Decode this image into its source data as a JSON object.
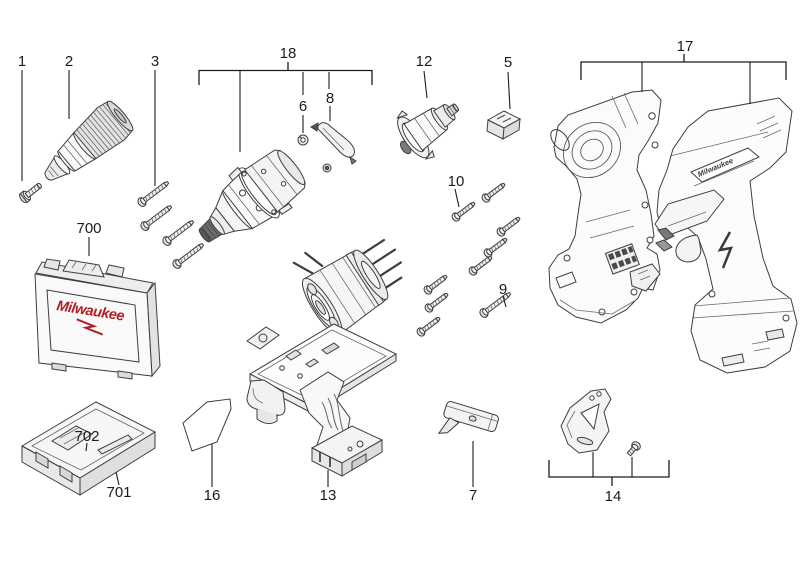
{
  "diagram": {
    "background_color": "#ffffff",
    "line_color": "#1c1c1c",
    "brand_color": "#b01e28",
    "callout_labels": {
      "p1": "1",
      "p2": "2",
      "p3": "3",
      "p5": "5",
      "p6": "6",
      "p7": "7",
      "p8": "8",
      "p9": "9",
      "p10": "10",
      "p12": "12",
      "p13": "13",
      "p14": "14",
      "p16": "16",
      "p17": "17",
      "p18": "18",
      "p700": "700",
      "p701": "701",
      "p702": "702"
    },
    "logos": {
      "case_logo_text": "Milwaukee",
      "housing_logo_text": "Milwaukee"
    },
    "parts": [
      {
        "callout": "1",
        "depicts": "bolt"
      },
      {
        "callout": "2",
        "depicts": "keyless-chuck"
      },
      {
        "callout": "3",
        "depicts": "screw-set-of-4"
      },
      {
        "callout": "5",
        "depicts": "small-button"
      },
      {
        "callout": "6",
        "depicts": "lock-washer"
      },
      {
        "callout": "7",
        "depicts": "flat-clip"
      },
      {
        "callout": "8",
        "depicts": "lever-with-nut"
      },
      {
        "callout": "9",
        "depicts": "long-screw"
      },
      {
        "callout": "10",
        "depicts": "screw-set-of-8"
      },
      {
        "callout": "12",
        "depicts": "motor-pinion-assembly"
      },
      {
        "callout": "13",
        "depicts": "motor-and-electronics-assembly"
      },
      {
        "callout": "14",
        "depicts": "belt-hook-with-screw"
      },
      {
        "callout": "16",
        "depicts": "blank-label"
      },
      {
        "callout": "17",
        "depicts": "housing-half-set"
      },
      {
        "callout": "18",
        "depicts": "gear-case-assembly"
      },
      {
        "callout": "700",
        "depicts": "carrying-case"
      },
      {
        "callout": "701",
        "depicts": "stacking-case"
      },
      {
        "callout": "702",
        "depicts": "case-insert-tray"
      }
    ]
  }
}
